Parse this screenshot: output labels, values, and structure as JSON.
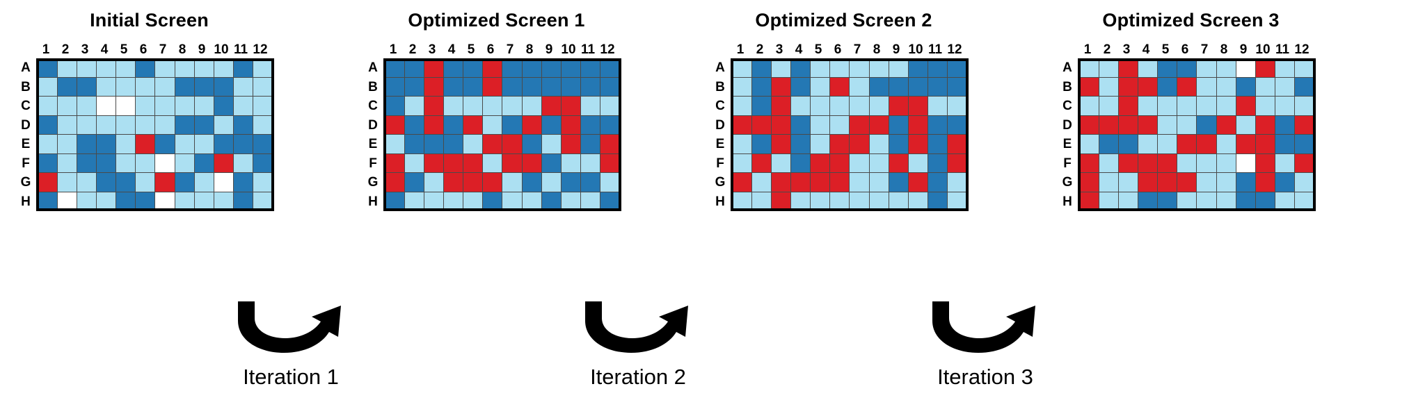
{
  "figure": {
    "colors": {
      "light_blue": "#ace0f2",
      "dark_blue": "#2478b4",
      "red": "#dc1f26",
      "white": "#ffffff",
      "border": "#000000"
    },
    "row_labels": [
      "A",
      "B",
      "C",
      "D",
      "E",
      "F",
      "G",
      "H"
    ],
    "col_labels": [
      "1",
      "2",
      "3",
      "4",
      "5",
      "6",
      "7",
      "8",
      "9",
      "10",
      "11",
      "12"
    ],
    "legend_key": {
      "L": "light-blue-cell",
      "D": "dark-blue-cell",
      "R": "red-cell",
      "W": "white-cell"
    }
  },
  "panels": [
    {
      "id": "initial-screen",
      "title": "Initial Screen",
      "grid": [
        [
          "D",
          "L",
          "L",
          "L",
          "L",
          "D",
          "L",
          "L",
          "L",
          "L",
          "D",
          "L"
        ],
        [
          "L",
          "D",
          "D",
          "L",
          "L",
          "L",
          "L",
          "D",
          "D",
          "D",
          "L",
          "L"
        ],
        [
          "L",
          "L",
          "L",
          "W",
          "W",
          "L",
          "L",
          "L",
          "L",
          "D",
          "L",
          "L"
        ],
        [
          "D",
          "L",
          "L",
          "L",
          "L",
          "L",
          "L",
          "D",
          "D",
          "L",
          "D",
          "L"
        ],
        [
          "L",
          "L",
          "D",
          "D",
          "L",
          "R",
          "D",
          "L",
          "L",
          "D",
          "D",
          "D"
        ],
        [
          "D",
          "L",
          "D",
          "D",
          "L",
          "L",
          "W",
          "L",
          "D",
          "R",
          "L",
          "D"
        ],
        [
          "R",
          "L",
          "L",
          "D",
          "D",
          "L",
          "R",
          "D",
          "L",
          "W",
          "D",
          "L"
        ],
        [
          "D",
          "W",
          "L",
          "L",
          "D",
          "D",
          "W",
          "L",
          "L",
          "L",
          "D",
          "L"
        ]
      ]
    },
    {
      "id": "optimized-screen-1",
      "title": "Optimized Screen 1",
      "grid": [
        [
          "D",
          "D",
          "R",
          "D",
          "D",
          "R",
          "D",
          "D",
          "D",
          "D",
          "D",
          "D"
        ],
        [
          "D",
          "D",
          "R",
          "D",
          "D",
          "R",
          "D",
          "D",
          "D",
          "D",
          "D",
          "D"
        ],
        [
          "D",
          "L",
          "R",
          "L",
          "L",
          "L",
          "L",
          "L",
          "R",
          "R",
          "L",
          "L"
        ],
        [
          "R",
          "D",
          "R",
          "D",
          "R",
          "L",
          "D",
          "R",
          "D",
          "R",
          "D",
          "D"
        ],
        [
          "L",
          "D",
          "D",
          "D",
          "L",
          "R",
          "R",
          "D",
          "L",
          "R",
          "D",
          "R"
        ],
        [
          "R",
          "L",
          "R",
          "R",
          "R",
          "L",
          "R",
          "R",
          "D",
          "L",
          "L",
          "R"
        ],
        [
          "R",
          "D",
          "L",
          "R",
          "R",
          "R",
          "L",
          "D",
          "L",
          "D",
          "D",
          "L"
        ],
        [
          "D",
          "L",
          "L",
          "L",
          "L",
          "D",
          "L",
          "L",
          "D",
          "L",
          "L",
          "D"
        ]
      ]
    },
    {
      "id": "optimized-screen-2",
      "title": "Optimized Screen 2",
      "grid": [
        [
          "L",
          "D",
          "L",
          "D",
          "L",
          "L",
          "L",
          "L",
          "L",
          "D",
          "D",
          "D"
        ],
        [
          "L",
          "D",
          "R",
          "D",
          "L",
          "R",
          "L",
          "D",
          "D",
          "D",
          "D",
          "D"
        ],
        [
          "L",
          "D",
          "R",
          "L",
          "L",
          "L",
          "L",
          "L",
          "R",
          "R",
          "L",
          "L"
        ],
        [
          "R",
          "R",
          "R",
          "D",
          "L",
          "L",
          "R",
          "R",
          "D",
          "R",
          "D",
          "D"
        ],
        [
          "L",
          "D",
          "R",
          "D",
          "L",
          "R",
          "R",
          "L",
          "D",
          "R",
          "D",
          "R"
        ],
        [
          "L",
          "R",
          "L",
          "D",
          "R",
          "R",
          "L",
          "L",
          "R",
          "L",
          "D",
          "R"
        ],
        [
          "R",
          "L",
          "R",
          "R",
          "R",
          "R",
          "L",
          "L",
          "D",
          "R",
          "D",
          "L"
        ],
        [
          "L",
          "L",
          "R",
          "L",
          "L",
          "L",
          "L",
          "L",
          "L",
          "L",
          "D",
          "L"
        ]
      ]
    },
    {
      "id": "optimized-screen-3",
      "title": "Optimized Screen 3",
      "grid": [
        [
          "L",
          "L",
          "R",
          "L",
          "D",
          "D",
          "L",
          "L",
          "W",
          "R",
          "L",
          "L"
        ],
        [
          "R",
          "L",
          "R",
          "R",
          "D",
          "R",
          "L",
          "L",
          "D",
          "L",
          "L",
          "D"
        ],
        [
          "L",
          "L",
          "R",
          "L",
          "L",
          "L",
          "L",
          "L",
          "R",
          "L",
          "L",
          "L"
        ],
        [
          "R",
          "R",
          "R",
          "R",
          "L",
          "L",
          "D",
          "R",
          "L",
          "R",
          "D",
          "R"
        ],
        [
          "L",
          "D",
          "D",
          "L",
          "L",
          "R",
          "R",
          "L",
          "R",
          "R",
          "D",
          "D"
        ],
        [
          "R",
          "L",
          "R",
          "R",
          "R",
          "L",
          "L",
          "L",
          "W",
          "R",
          "L",
          "R"
        ],
        [
          "R",
          "L",
          "L",
          "R",
          "R",
          "R",
          "L",
          "L",
          "D",
          "R",
          "D",
          "L"
        ],
        [
          "R",
          "L",
          "L",
          "D",
          "D",
          "L",
          "L",
          "L",
          "D",
          "D",
          "L",
          "L"
        ]
      ]
    }
  ],
  "transitions": [
    {
      "id": "iteration-1",
      "label": "Iteration 1"
    },
    {
      "id": "iteration-2",
      "label": "Iteration 2"
    },
    {
      "id": "iteration-3",
      "label": "Iteration 3"
    }
  ]
}
